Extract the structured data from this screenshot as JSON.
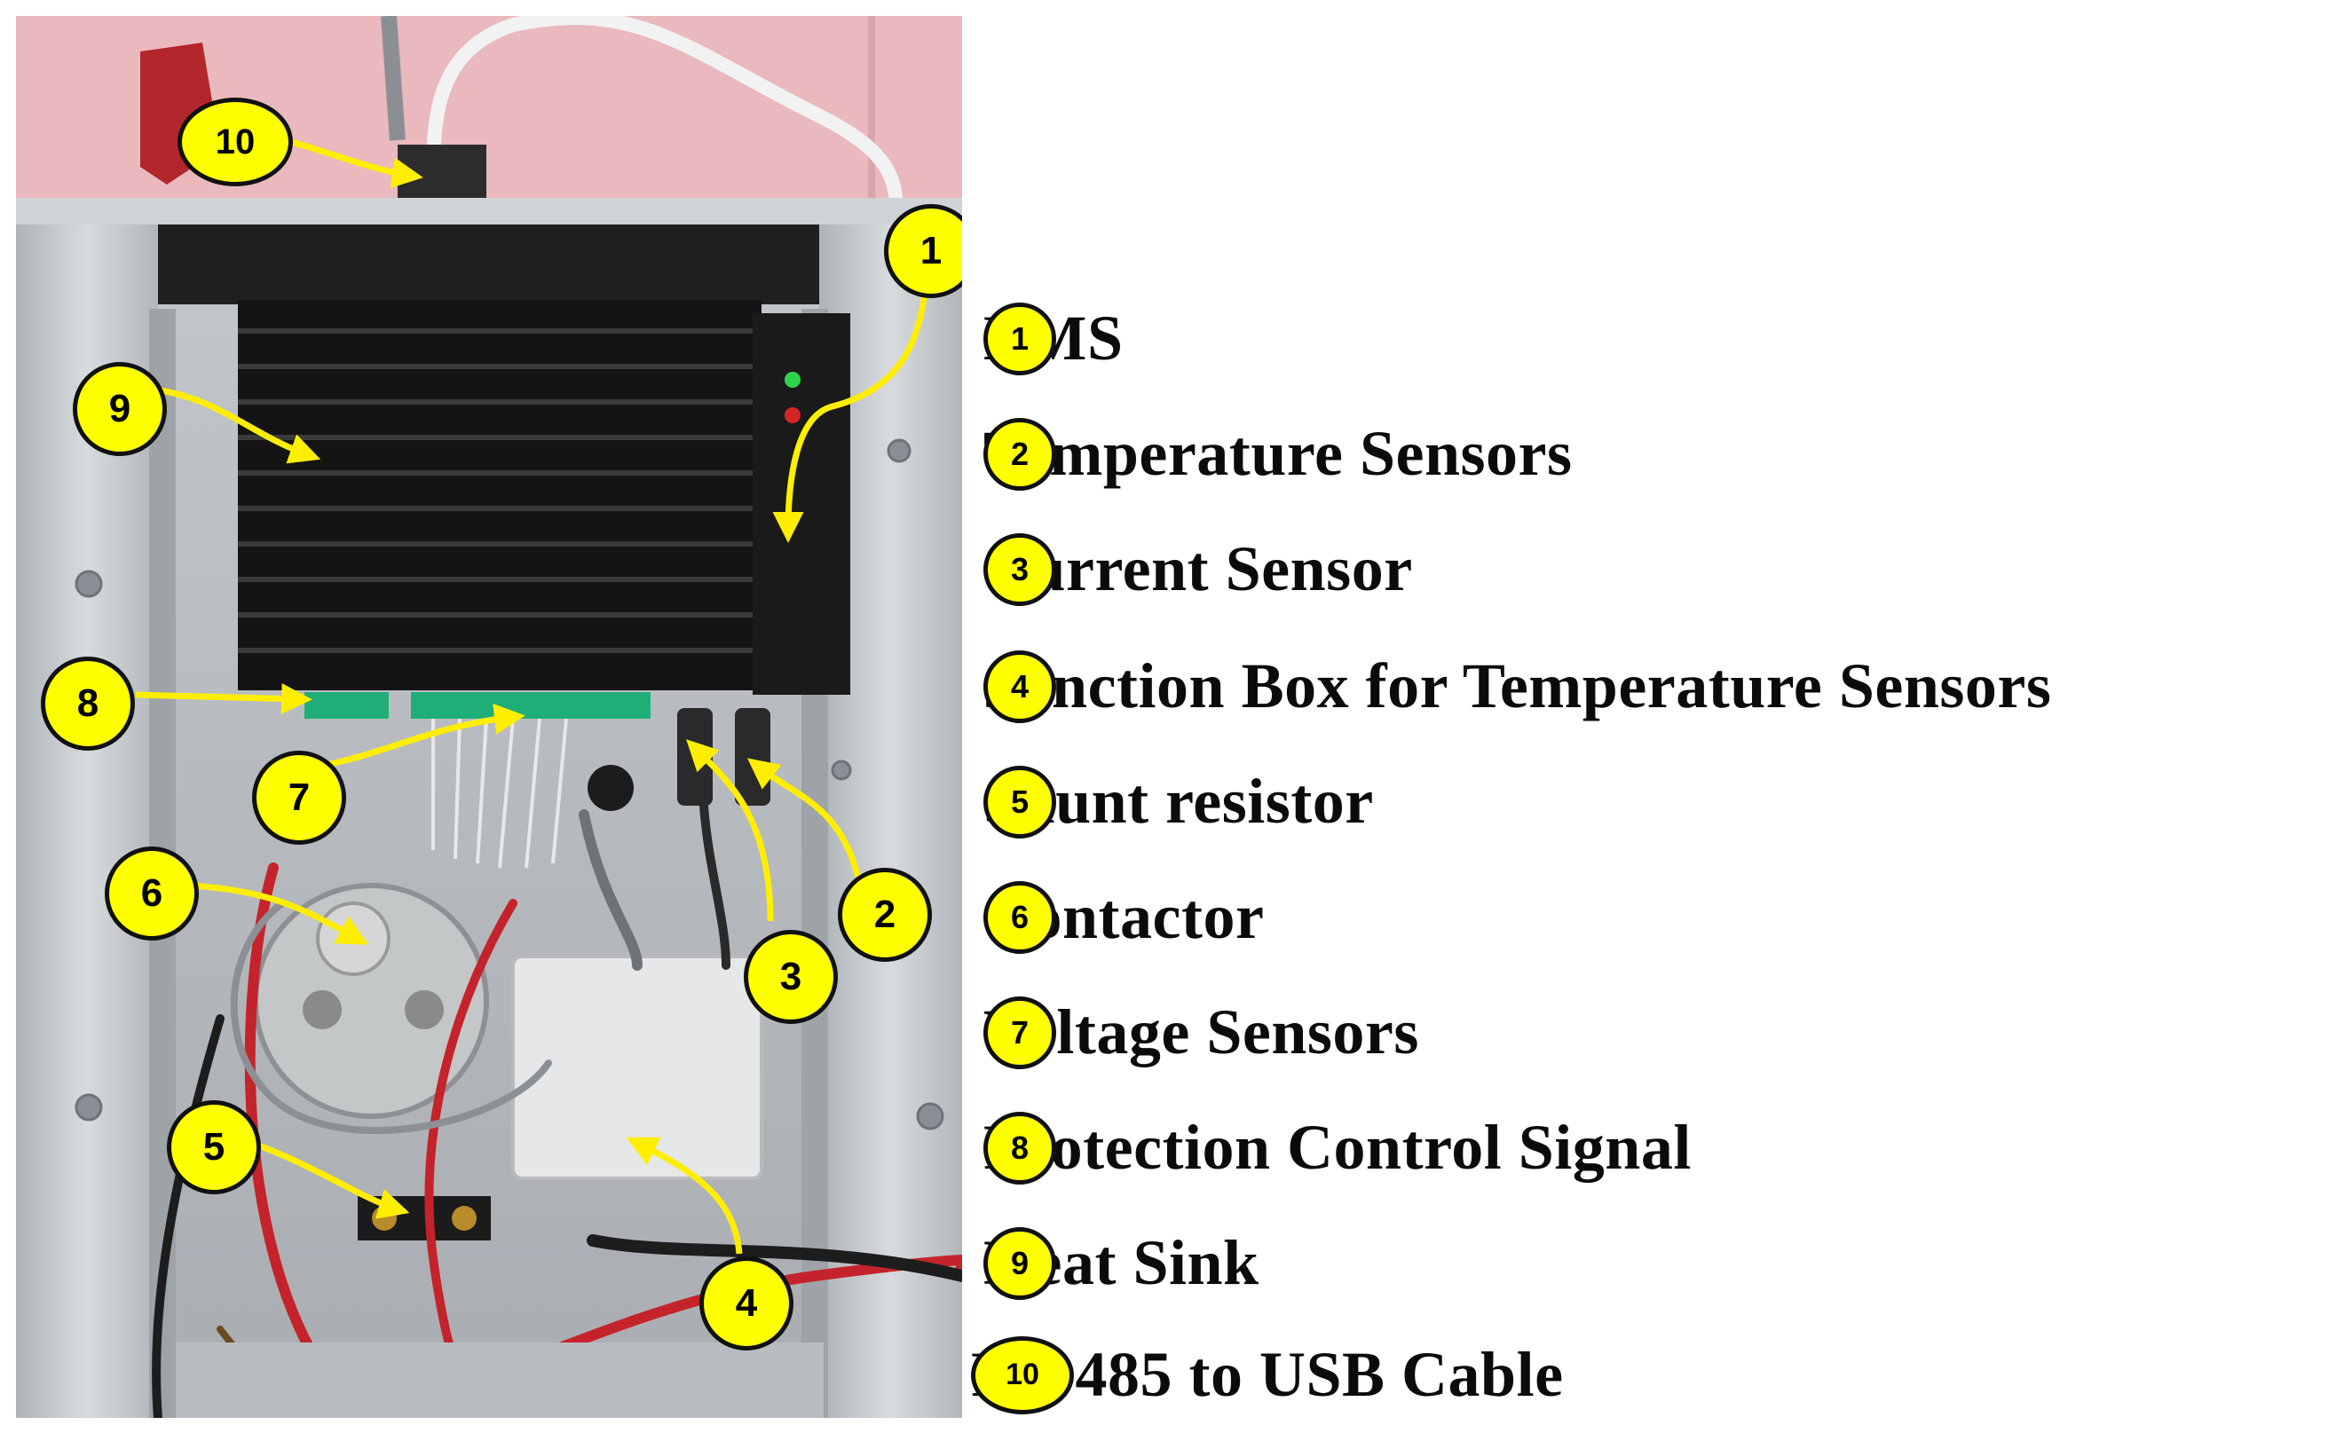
{
  "colors": {
    "callout_fill": "#ffff00",
    "callout_stroke": "#111111",
    "arrow": "#ffee00",
    "wall": "#e9b9bd",
    "enclosure": "#c9cdd1",
    "heat_sink": "#141414"
  },
  "photo_callouts": [
    {
      "number": "10"
    },
    {
      "number": "1"
    },
    {
      "number": "9"
    },
    {
      "number": "8"
    },
    {
      "number": "7"
    },
    {
      "number": "6"
    },
    {
      "number": "5"
    },
    {
      "number": "4"
    },
    {
      "number": "3"
    },
    {
      "number": "2"
    }
  ],
  "legend": [
    {
      "number": "1",
      "label": "BMS"
    },
    {
      "number": "2",
      "label": "Temperature Sensors"
    },
    {
      "number": "3",
      "label": "Current Sensor"
    },
    {
      "number": "4",
      "label": "Junction Box for Temperature Sensors"
    },
    {
      "number": "5",
      "label": "Shunt resistor"
    },
    {
      "number": "6",
      "label": "Contactor"
    },
    {
      "number": "7",
      "label": "Voltage Sensors"
    },
    {
      "number": "8",
      "label": "Protection Control Signal"
    },
    {
      "number": "9",
      "label": "Heat Sink"
    },
    {
      "number": "10",
      "label": "RS-485 to USB Cable"
    }
  ]
}
